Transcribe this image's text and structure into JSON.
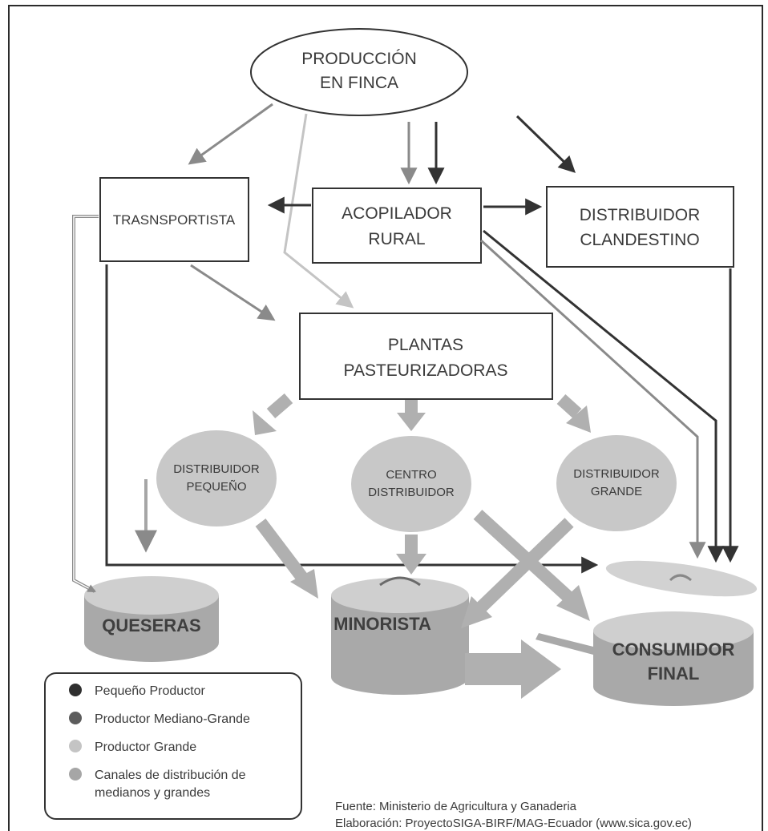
{
  "nodes": {
    "produccion": {
      "line1": "PRODUCCIÓN",
      "line2": "EN FINCA"
    },
    "transportista": {
      "label": "TRASNSPORTISTA"
    },
    "acopilador": {
      "line1": "ACOPILADOR",
      "line2": "RURAL"
    },
    "clandestino": {
      "line1": "DISTRIBUIDOR",
      "line2": "CLANDESTINO"
    },
    "plantas": {
      "line1": "PLANTAS",
      "line2": "PASTEURIZADORAS"
    },
    "dist_pequeno": {
      "line1": "DISTRIBUIDOR",
      "line2": "PEQUEÑO"
    },
    "centro": {
      "line1": "CENTRO",
      "line2": "DISTRIBUIDOR"
    },
    "dist_grande": {
      "line1": "DISTRIBUIDOR",
      "line2": "GRANDE"
    },
    "queseras": {
      "label": "QUESERAS"
    },
    "minorista": {
      "label": "MINORISTA"
    },
    "consumidor": {
      "line1": "CONSUMIDOR",
      "line2": "FINAL"
    }
  },
  "legend": [
    {
      "label": "Pequeño Productor",
      "color": "#2f2f2f"
    },
    {
      "label": "Productor Mediano-Grande",
      "color": "#5c5c5c"
    },
    {
      "label": "Productor Grande",
      "color": "#c4c4c4"
    },
    {
      "label": "Canales de distribución de",
      "label2": "medianos y grandes",
      "color": "#a6a6a6"
    }
  ],
  "source": {
    "line1": "Fuente: Ministerio de Agricultura y Ganaderia",
    "line2": "Elaboración: ProyectoSIGA-BIRF/MAG-Ecuador (www.sica.gov.ec)"
  },
  "colors": {
    "dark": "#333333",
    "medium": "#8a8a8a",
    "light": "#c4c4c4",
    "channel": "#b0b0b0",
    "ellipse_fill": "#c8c8c8"
  }
}
